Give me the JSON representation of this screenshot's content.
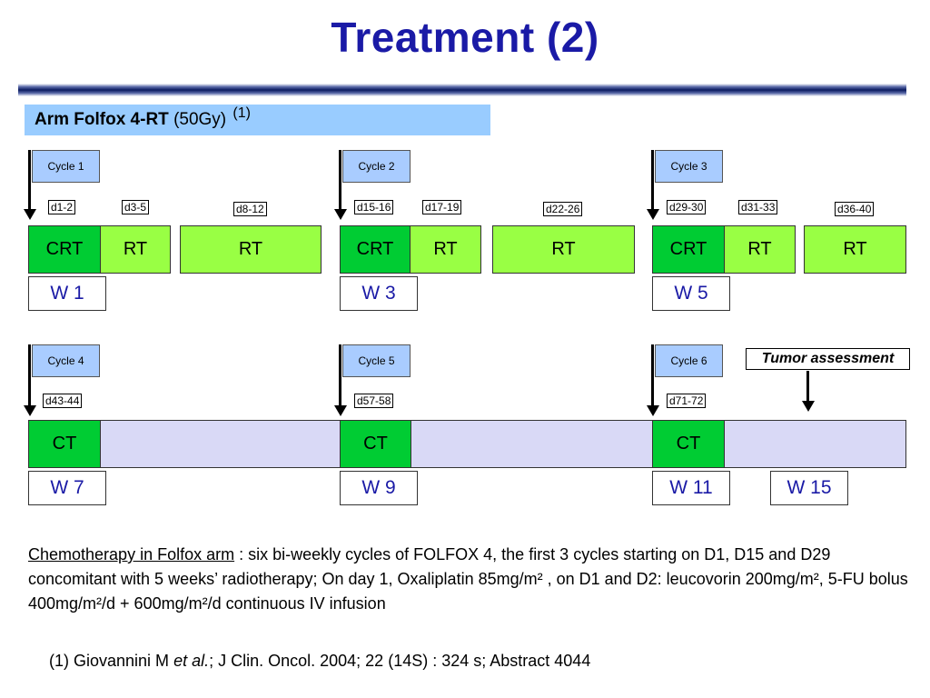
{
  "title": "Treatment (2)",
  "arm": {
    "label": "Arm Folfox 4-RT",
    "dose": "(50Gy)",
    "ref": "(1)"
  },
  "cycles": [
    "Cycle 1",
    "Cycle 2",
    "Cycle 3",
    "Cycle 4",
    "Cycle 5",
    "Cycle 6"
  ],
  "days_row1": [
    "d1-2",
    "d3-5",
    "d8-12",
    "d15-16",
    "d17-19",
    "d22-26",
    "d29-30",
    "d31-33",
    "d36-40"
  ],
  "days_row2": [
    "d43-44",
    "d57-58",
    "d71-72"
  ],
  "blocks_row1": [
    "CRT",
    "RT",
    "RT",
    "CRT",
    "RT",
    "RT",
    "CRT",
    "RT",
    "RT"
  ],
  "blocks_row2": [
    "CT",
    "CT",
    "CT"
  ],
  "weeks_row1": [
    "W 1",
    "W 3",
    "W 5"
  ],
  "weeks_row2": [
    "W 7",
    "W 9",
    "W 11",
    "W 15"
  ],
  "tumor_assessment": "Tumor assessment",
  "description": {
    "heading": "Chemotherapy in Folfox arm",
    "text": " : six bi-weekly cycles of FOLFOX 4, the first 3 cycles starting on D1, D15 and D29 concomitant with 5 weeks’ radiotherapy; On day 1, Oxaliplatin 85mg/m² , on D1 and D2: leucovorin 200mg/m², 5-FU bolus 400mg/m²/d + 600mg/m²/d continuous IV infusion"
  },
  "reference": {
    "prefix": "(1) Giovannini M ",
    "etal": "et al.",
    "rest": "; J Clin. Oncol. 2004; 22 (14S) : 324 s; Abstract 4044"
  },
  "colors": {
    "title": "#1a1aa6",
    "arm_bar": "#99ccff",
    "cycle_box": "#a9ccff",
    "crt": "#00cc33",
    "rt": "#99ff44",
    "ct_band": "#d9d9f6",
    "week_text": "#1a1aa6"
  }
}
